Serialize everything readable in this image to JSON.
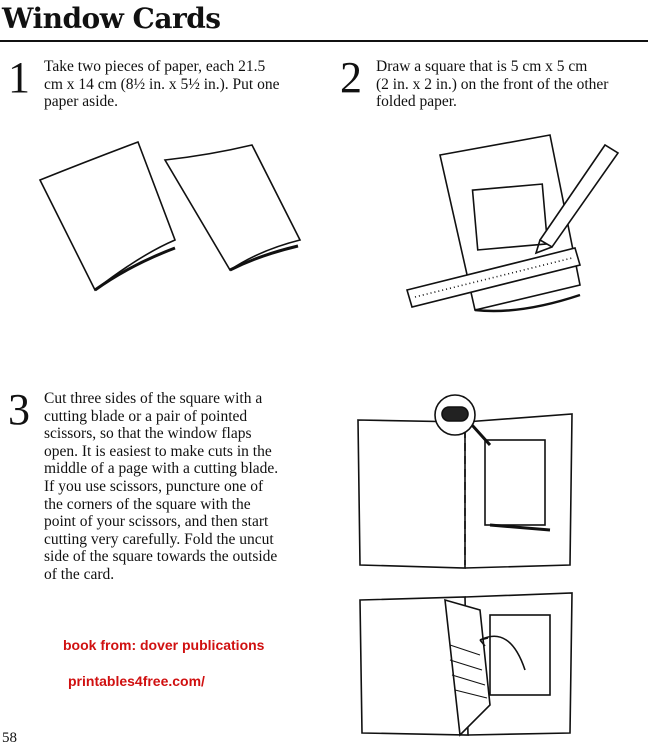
{
  "title": "Window Cards",
  "steps": [
    {
      "number": "1",
      "lines": [
        "Take two pieces of paper, each 21.5",
        "cm x 14 cm (8½ in. x 5½ in.). Put one",
        "paper aside."
      ]
    },
    {
      "number": "2",
      "lines": [
        "Draw a square that is 5 cm x 5 cm",
        "(2 in. x 2 in.) on the front of the other",
        "folded paper."
      ]
    },
    {
      "number": "3",
      "lines": [
        "Cut three sides of the square with a",
        "cutting blade or a pair of pointed",
        "scissors, so that the window flaps",
        "open. It is easiest to make cuts in the",
        "middle of a page with a cutting blade.",
        "If you use scissors, puncture one of",
        "the corners of the square with the",
        "point of your scissors, and then start",
        "cutting very carefully. Fold the uncut",
        "side of the square towards the outside",
        "of the card."
      ]
    }
  ],
  "credits": {
    "line1": "book from: dover publications",
    "line2": "printables4free.com/",
    "color": "#d01010"
  },
  "page_number": "58"
}
